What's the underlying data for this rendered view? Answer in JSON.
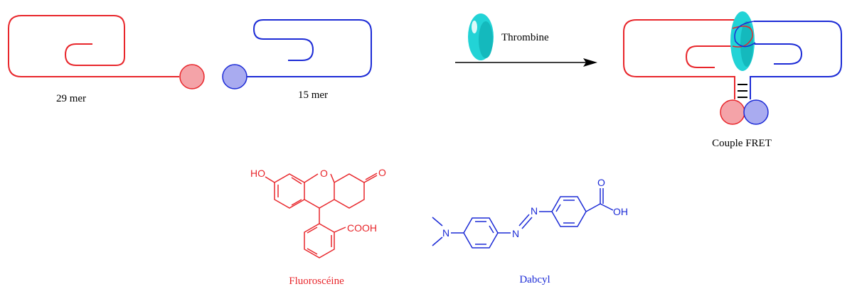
{
  "labels": {
    "strand_29": "29 mer",
    "strand_15": "15 mer",
    "protein": "Thrombine",
    "fret_pair": "Couple FRET",
    "fluorophore": "Fluoroscéine",
    "quencher": "Dabcyl"
  },
  "atoms": {
    "ho": "HO",
    "o_ring": "O",
    "o_ketone": "O",
    "cooh": "COOH",
    "n_amine": "N",
    "n_azo_1": "N",
    "n_azo_2": "N",
    "o_acid": "O",
    "oh_acid": "OH"
  },
  "colors": {
    "aptamer_29": "#e8262b",
    "aptamer_15": "#1c2bd6",
    "fluorophore_fill": "#f4a3a8",
    "quencher_fill": "#a9abf0",
    "thrombin": "#22d3d6",
    "arrow": "#000000"
  }
}
